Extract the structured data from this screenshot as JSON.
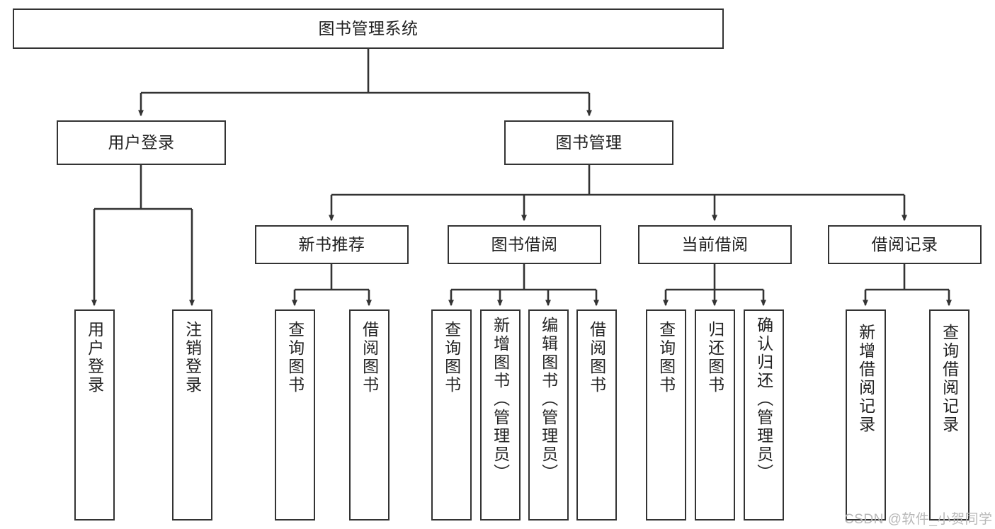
{
  "diagram": {
    "title": "图书管理系统",
    "type": "tree-hierarchy",
    "watermark": "CSDN @软件_小贺同学",
    "colors": {
      "stroke": "#333333",
      "fill": "#ffffff",
      "text": "#222222",
      "watermark": "#b8b8b8"
    },
    "levels": {
      "root": {
        "label": "图书管理系统"
      },
      "level2": [
        {
          "label": "用户登录"
        },
        {
          "label": "图书管理"
        }
      ],
      "level3": [
        {
          "label": "新书推荐"
        },
        {
          "label": "图书借阅"
        },
        {
          "label": "当前借阅"
        },
        {
          "label": "借阅记录"
        }
      ],
      "leaves": {
        "user_login": [
          {
            "label": "用户登录"
          },
          {
            "label": "注销登录"
          }
        ],
        "new_book_recommend": [
          {
            "label": "查询图书"
          },
          {
            "label": "借阅图书"
          }
        ],
        "book_borrow": [
          {
            "label": "查询图书"
          },
          {
            "label": "新增图书（管理员）"
          },
          {
            "label": "编辑图书（管理员）"
          },
          {
            "label": "借阅图书"
          }
        ],
        "current_borrow": [
          {
            "label": "查询图书"
          },
          {
            "label": "归还图书"
          },
          {
            "label": "确认归还（管理员）"
          }
        ],
        "borrow_record": [
          {
            "label": "新增借阅记录"
          },
          {
            "label": "查询借阅记录"
          }
        ]
      }
    }
  }
}
